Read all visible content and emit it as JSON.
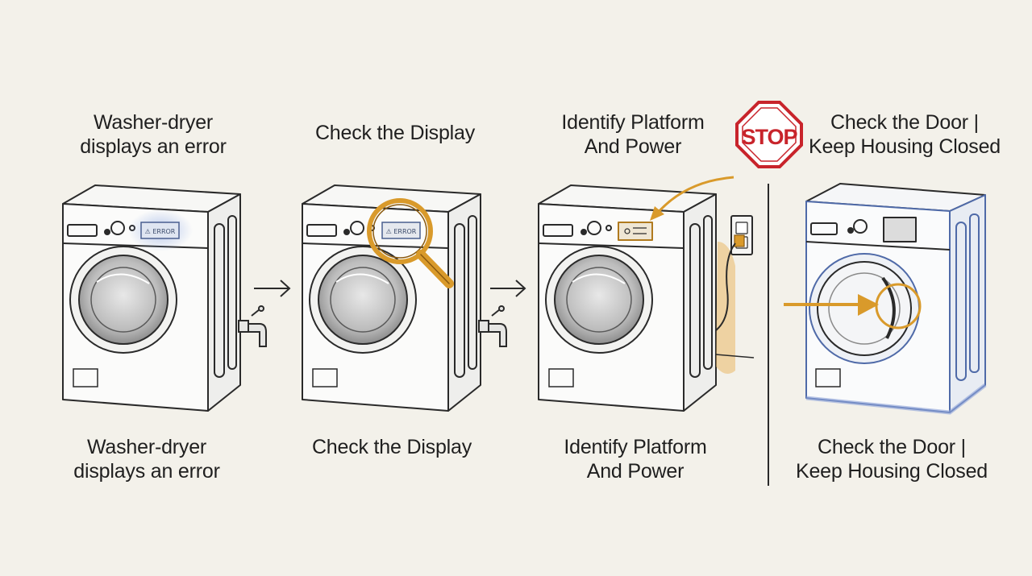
{
  "steps": [
    {
      "top_label": [
        "Washer-dryer",
        "displays an error"
      ],
      "bottom_label": [
        "Washer-dryer",
        "displays an error"
      ],
      "display_text": "⚠ ERROR"
    },
    {
      "top_label": [
        "Check the Display"
      ],
      "bottom_label": [
        "Check the Display"
      ],
      "display_text": "⚠ ERROR"
    },
    {
      "top_label": [
        "Identify Platform",
        "And Power"
      ],
      "bottom_label": [
        "Identify Platform",
        "And Power"
      ]
    },
    {
      "top_label": [
        "Check the Door |",
        "Keep Housing Closed"
      ],
      "bottom_label": [
        "Check the Door |",
        "Keep Housing Closed"
      ]
    }
  ],
  "stop_sign": {
    "text": "STOP",
    "color": "#c8242b"
  },
  "colors": {
    "background": "#f3f1ea",
    "ink": "#2a2a2a",
    "highlight_blue": "#6f8fd6",
    "accent_orange": "#d99a2b"
  },
  "icons": [
    "arrow-right-icon",
    "magnifier-icon",
    "power-outlet-icon",
    "stop-sign-icon",
    "faucet-icon"
  ]
}
